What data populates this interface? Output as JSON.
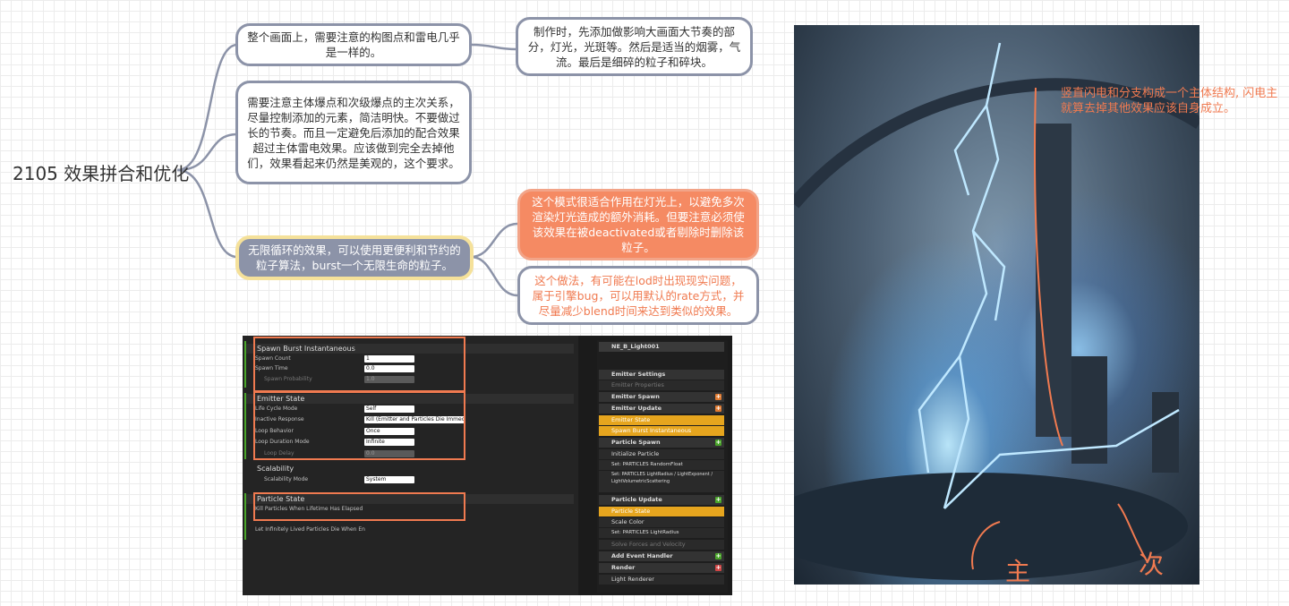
{
  "root": {
    "title": "2105 效果拼合和优化"
  },
  "nodes": {
    "composition": "整个画面上，需要注意的构图点和雷电几乎是一样的。",
    "production_order": "制作时，先添加做影响大画面大节奏的部分，灯光，光斑等。然后是适当的烟雾，气流。最后是细碎的粒子和碎块。",
    "main_secondary": "需要注意主体爆点和次级爆点的主次关系，尽量控制添加的元素，简洁明快。不要做过长的节奏。而且一定避免后添加的配合效果超过主体雷电效果。应该做到完全去掉他们，效果看起来仍然是美观的，这个要求。",
    "infinite_loop": "无限循环的效果，可以使用更便利和节约的粒子算法，burst一个无限生命的粒子。",
    "light_mode": "这个模式很适合作用在灯光上，以避免多次渲染灯光造成的额外消耗。但要注意必须使该效果在被deactivated或者剔除时删除该粒子。",
    "lod_note": "这个做法，有可能在lod时出现现实问题，属于引擎bug，可以用默认的rate方式，并尽量减少blend时间来达到类似的效果。"
  },
  "ue_panel": {
    "sections": {
      "spawn_burst": "Spawn Burst Instantaneous",
      "emitter_state": "Emitter State",
      "scalability": "Scalability",
      "particle_state": "Particle State"
    },
    "spawn_burst_rows": [
      {
        "label": "Spawn Count",
        "value": "1"
      },
      {
        "label": "Spawn Time",
        "value": "0.0"
      },
      {
        "label": "Spawn Probability",
        "value": "1.0"
      }
    ],
    "emitter_state_rows": [
      {
        "label": "Life Cycle Mode",
        "value": "Self"
      },
      {
        "label": "Inactive Response",
        "value": "Kill (Emitter and Particles Die Immec"
      },
      {
        "label": "Loop Behavior",
        "value": "Once"
      },
      {
        "label": "Loop Duration Mode",
        "value": "Infinite"
      },
      {
        "label": "Loop Delay",
        "value": "0.0"
      }
    ],
    "scalability_rows": [
      {
        "label": "Scalability Mode",
        "value": "System"
      }
    ],
    "particle_state_rows": [
      {
        "label": "Kill Particles When Lifetime Has Elapsed"
      },
      {
        "label": "Let Infinitely Lived Particles Die When En"
      }
    ],
    "emitter_name": "NE_B_Light001",
    "stack": [
      "Emitter Settings",
      "Emitter Properties",
      "Emitter Spawn",
      "Emitter Update",
      "Emitter State",
      "Spawn Burst Instantaneous",
      "Particle Spawn",
      "Initialize Particle",
      "Set: PARTICLES RandomFloat",
      "Set: PARTICLES LightRadius / LightExponent / LightVolumetricScattering",
      "Particle Update",
      "Particle State",
      "Scale Color",
      "Set: PARTICLES LightRadius",
      "Solve Forces and Velocity",
      "Add Event Handler",
      "Render",
      "Light Renderer"
    ],
    "colors": {
      "highlight": "#e6a51e",
      "add_green": "#4aa52a",
      "add_orange": "#e07a30",
      "add_red": "#d04545"
    }
  },
  "photo": {
    "note": "竖直闪电和分支构成一个主体结构, 闪电主\n就算去掉其他效果应该自身成立。",
    "handwriting_main": "主",
    "handwriting_secondary": "次"
  },
  "colors": {
    "accent_orange": "#f07a50",
    "node_border": "#8c93a8",
    "yellow_border": "#f5e19a"
  }
}
